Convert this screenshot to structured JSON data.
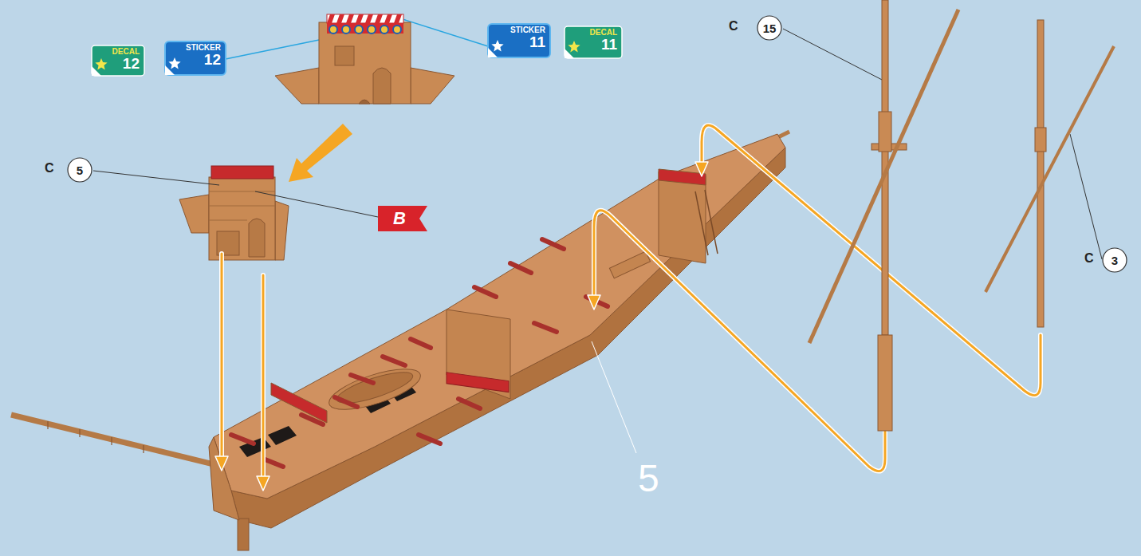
{
  "diagram": {
    "nodes": [
      {
        "text": [
          "DECAL",
          "12"
        ]
      },
      {
        "text": [
          "STICKER",
          "12"
        ]
      },
      {
        "text": [
          "STICKER",
          "11"
        ]
      },
      {
        "text": [
          "DECAL",
          "11"
        ]
      },
      {
        "text": [
          "15"
        ]
      },
      {
        "text": [
          "5"
        ]
      },
      {
        "text": [
          "B"
        ]
      },
      {
        "text": [
          "3"
        ]
      }
    ],
    "edges": [],
    "labels": [
      "C",
      "C",
      "C",
      "5"
    ]
  }
}
